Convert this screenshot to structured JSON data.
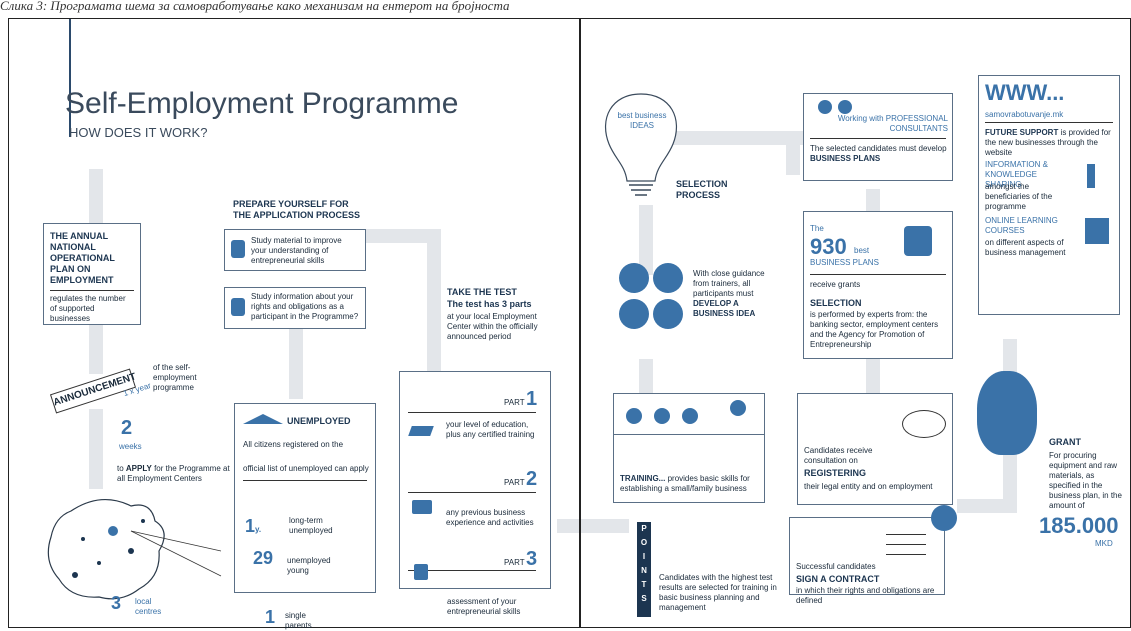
{
  "caption": "Слика 3: Програмата шема за самовработување како механизам на ентерот на бројноста",
  "left": {
    "title": "Self-Employment Programme",
    "subtitle": "HOW DOES IT WORK?",
    "annual_plan": {
      "heading": "THE ANNUAL NATIONAL OPERATIONAL PLAN ON EMPLOYMENT",
      "text": "regulates the number of supported businesses"
    },
    "announcement": {
      "label": "ANNOUNCEMENT",
      "freq": "1 x year",
      "text": "of the self-employment programme"
    },
    "weeks": {
      "num": "2",
      "label": "weeks"
    },
    "apply": {
      "prefix": "to",
      "keyword": "APPLY",
      "rest": "for the Programme at all Employment Centers"
    },
    "centres": {
      "num": "3",
      "label": "local centres"
    },
    "prepare": {
      "heading": "PREPARE YOURSELF FOR THE APPLICATION PROCESS",
      "item1": "Study material to improve your understanding of entrepreneurial skills",
      "item2": "Study information about your rights and obligations as a participant in the Programme?"
    },
    "unemployed": {
      "heading": "UNEMPLOYED",
      "line1": "All citizens registered on the",
      "line2": "official list of unemployed can apply",
      "g1_num": "1",
      "g1_sub": "y.",
      "g1_label": "long-term unemployed",
      "g2_num": "29",
      "g2_label": "unemployed young",
      "g3_num": "1",
      "g3_label": "single parents"
    },
    "test": {
      "heading": "TAKE THE TEST",
      "subheading": "The test has 3 parts",
      "text": "at your local Employment Center within the officially announced period",
      "part_label": "PART",
      "part1_num": "1",
      "part1_text": "your level of education, plus any certified training",
      "part2_num": "2",
      "part2_text": "any previous business experience and activities",
      "part3_num": "3",
      "part3_text": "assessment of your entrepreneurial skills"
    }
  },
  "right": {
    "idea": {
      "text": "best business IDEAS",
      "selection": "SELECTION PROCESS"
    },
    "develop": {
      "text": "With close guidance from trainers, all participants must",
      "bold": "DEVELOP A BUSINESS IDEA"
    },
    "training": {
      "bold": "TRAINING...",
      "text": "provides basic skills for establishing a small/family business"
    },
    "points": {
      "letters": [
        "P",
        "O",
        "I",
        "N",
        "T",
        "S"
      ],
      "text": "Candidates with the highest test results are selected for training in basic business planning and management"
    },
    "consultants": {
      "title": "Working with PROFESSIONAL CONSULTANTS",
      "text": "The selected candidates must develop",
      "bold": "BUSINESS PLANS"
    },
    "best930": {
      "pre": "The",
      "num": "930",
      "best": "best",
      "label": "BUSINESS PLANS",
      "receive": "receive grants",
      "selection": "SELECTION",
      "sel_text": "is performed by experts from: the banking sector, employment centers and the Agency for Promotion of Entrepreneurship"
    },
    "registering": {
      "text": "Candidates receive consultation on",
      "bold": "REGISTERING",
      "rest": "their legal entity and on employment"
    },
    "contract": {
      "text": "Successful candidates",
      "bold": "SIGN A CONTRACT",
      "rest": "in which their rights and obligations are defined"
    },
    "www": {
      "title": "WWW...",
      "url": "samovrabotuvanje.mk",
      "support_bold": "FUTURE SUPPORT",
      "support": "is provided for the new businesses through the website",
      "info_title": "INFORMATION & KNOWLEDGE SHARING",
      "info_text": "amongst the beneficiaries of the programme",
      "online_title": "ONLINE LEARNING COURSES",
      "online_text": "on different aspects of business management"
    },
    "grant": {
      "heading": "GRANT",
      "text": "For procuring equipment and raw materials, as specified in the business plan, in the amount of",
      "amount": "185.000",
      "unit": "MKD"
    }
  },
  "colors": {
    "accent": "#3a72a8",
    "band": "#e3e6ea",
    "navy": "#1c3550"
  }
}
